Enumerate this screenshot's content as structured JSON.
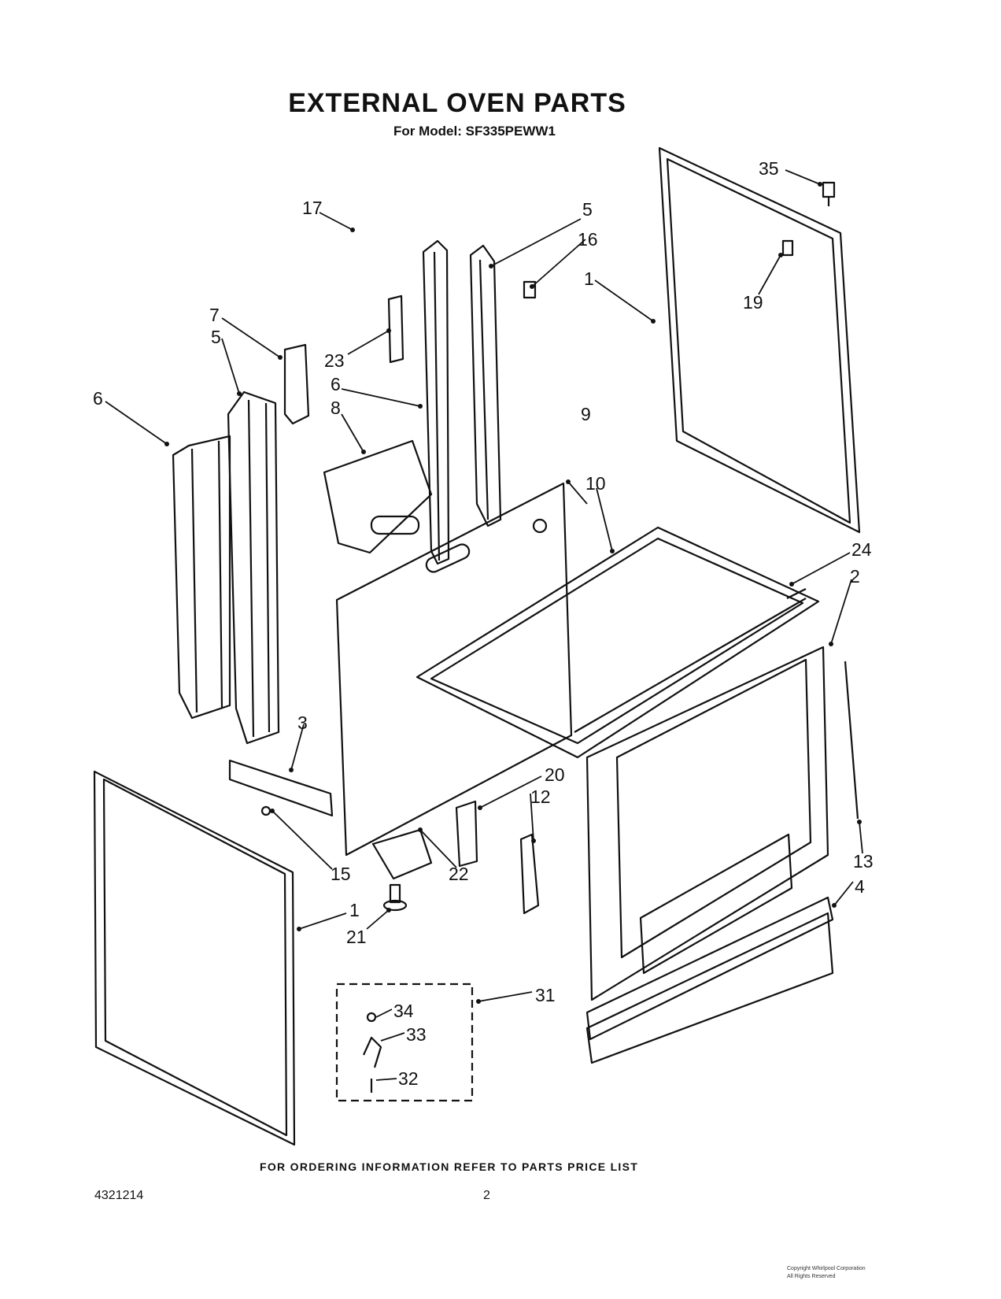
{
  "header": {
    "title": "EXTERNAL OVEN PARTS",
    "subtitle": "For Model: SF335PEWW1"
  },
  "callouts": [
    "35",
    "17",
    "5",
    "16",
    "1",
    "19",
    "7",
    "5",
    "23",
    "6",
    "6",
    "8",
    "9",
    "10",
    "24",
    "2",
    "3",
    "20",
    "12",
    "15",
    "22",
    "13",
    "4",
    "1",
    "21",
    "31",
    "34",
    "33",
    "32"
  ],
  "footer": {
    "ordering_note": "FOR ORDERING INFORMATION REFER TO PARTS PRICE LIST",
    "doc_number": "4321214",
    "page_number": "2",
    "copyright_line1": "Copyright Whirlpool Corporation",
    "copyright_line2": "All Rights Reserved"
  }
}
